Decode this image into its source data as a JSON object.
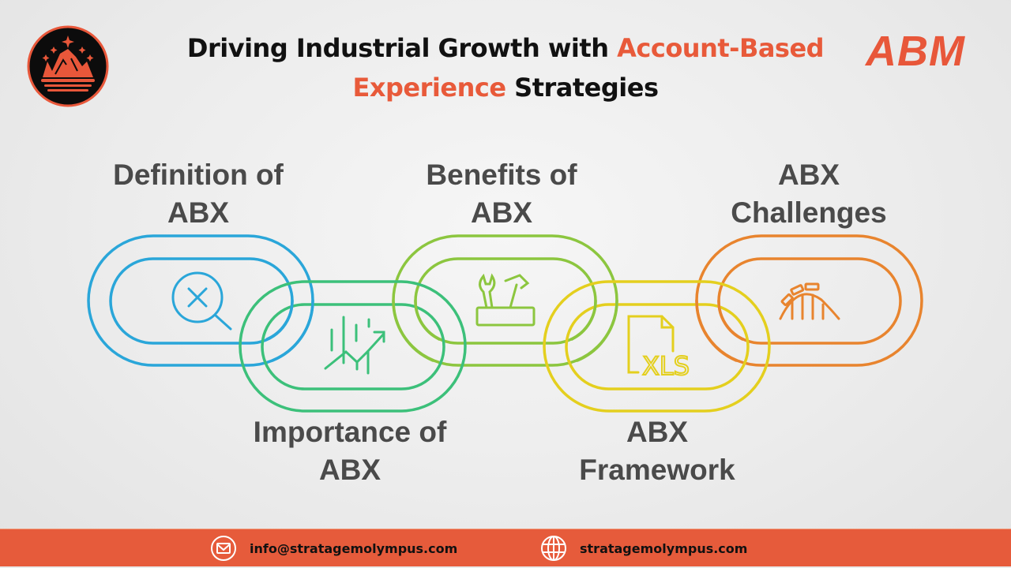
{
  "header": {
    "title_part1": "Driving Industrial Growth with ",
    "title_accent1": "Account-Based",
    "title_accent2": "Experience",
    "title_part2": " Strategies",
    "brand_badge": "ABM",
    "logo_icon": "crown-mountain-logo-icon"
  },
  "colors": {
    "accent": "#e85a3a",
    "footer_bg": "#e65b3b",
    "label_text": "#4a4a4a",
    "link_colors": [
      "#2aa6d9",
      "#3cc07a",
      "#8cc63f",
      "#e4cf1e",
      "#e8842e"
    ]
  },
  "links": [
    {
      "label_line1": "Definition of",
      "label_line2": "ABX",
      "icon": "search-x-icon",
      "position": "top"
    },
    {
      "label_line1": "Importance of",
      "label_line2": "ABX",
      "icon": "growth-chart-icon",
      "position": "bottom"
    },
    {
      "label_line1": "Benefits of",
      "label_line2": "ABX",
      "icon": "toolbox-icon",
      "position": "top"
    },
    {
      "label_line1": "ABX",
      "label_line2": "Framework",
      "icon": "xls-file-icon",
      "position": "bottom"
    },
    {
      "label_line1": "ABX",
      "label_line2": "Challenges",
      "icon": "roller-coaster-icon",
      "position": "top"
    }
  ],
  "footer": {
    "email": "info@stratagemolympus.com",
    "email_icon": "envelope-icon",
    "website": "stratagemolympus.com",
    "website_icon": "globe-icon"
  }
}
